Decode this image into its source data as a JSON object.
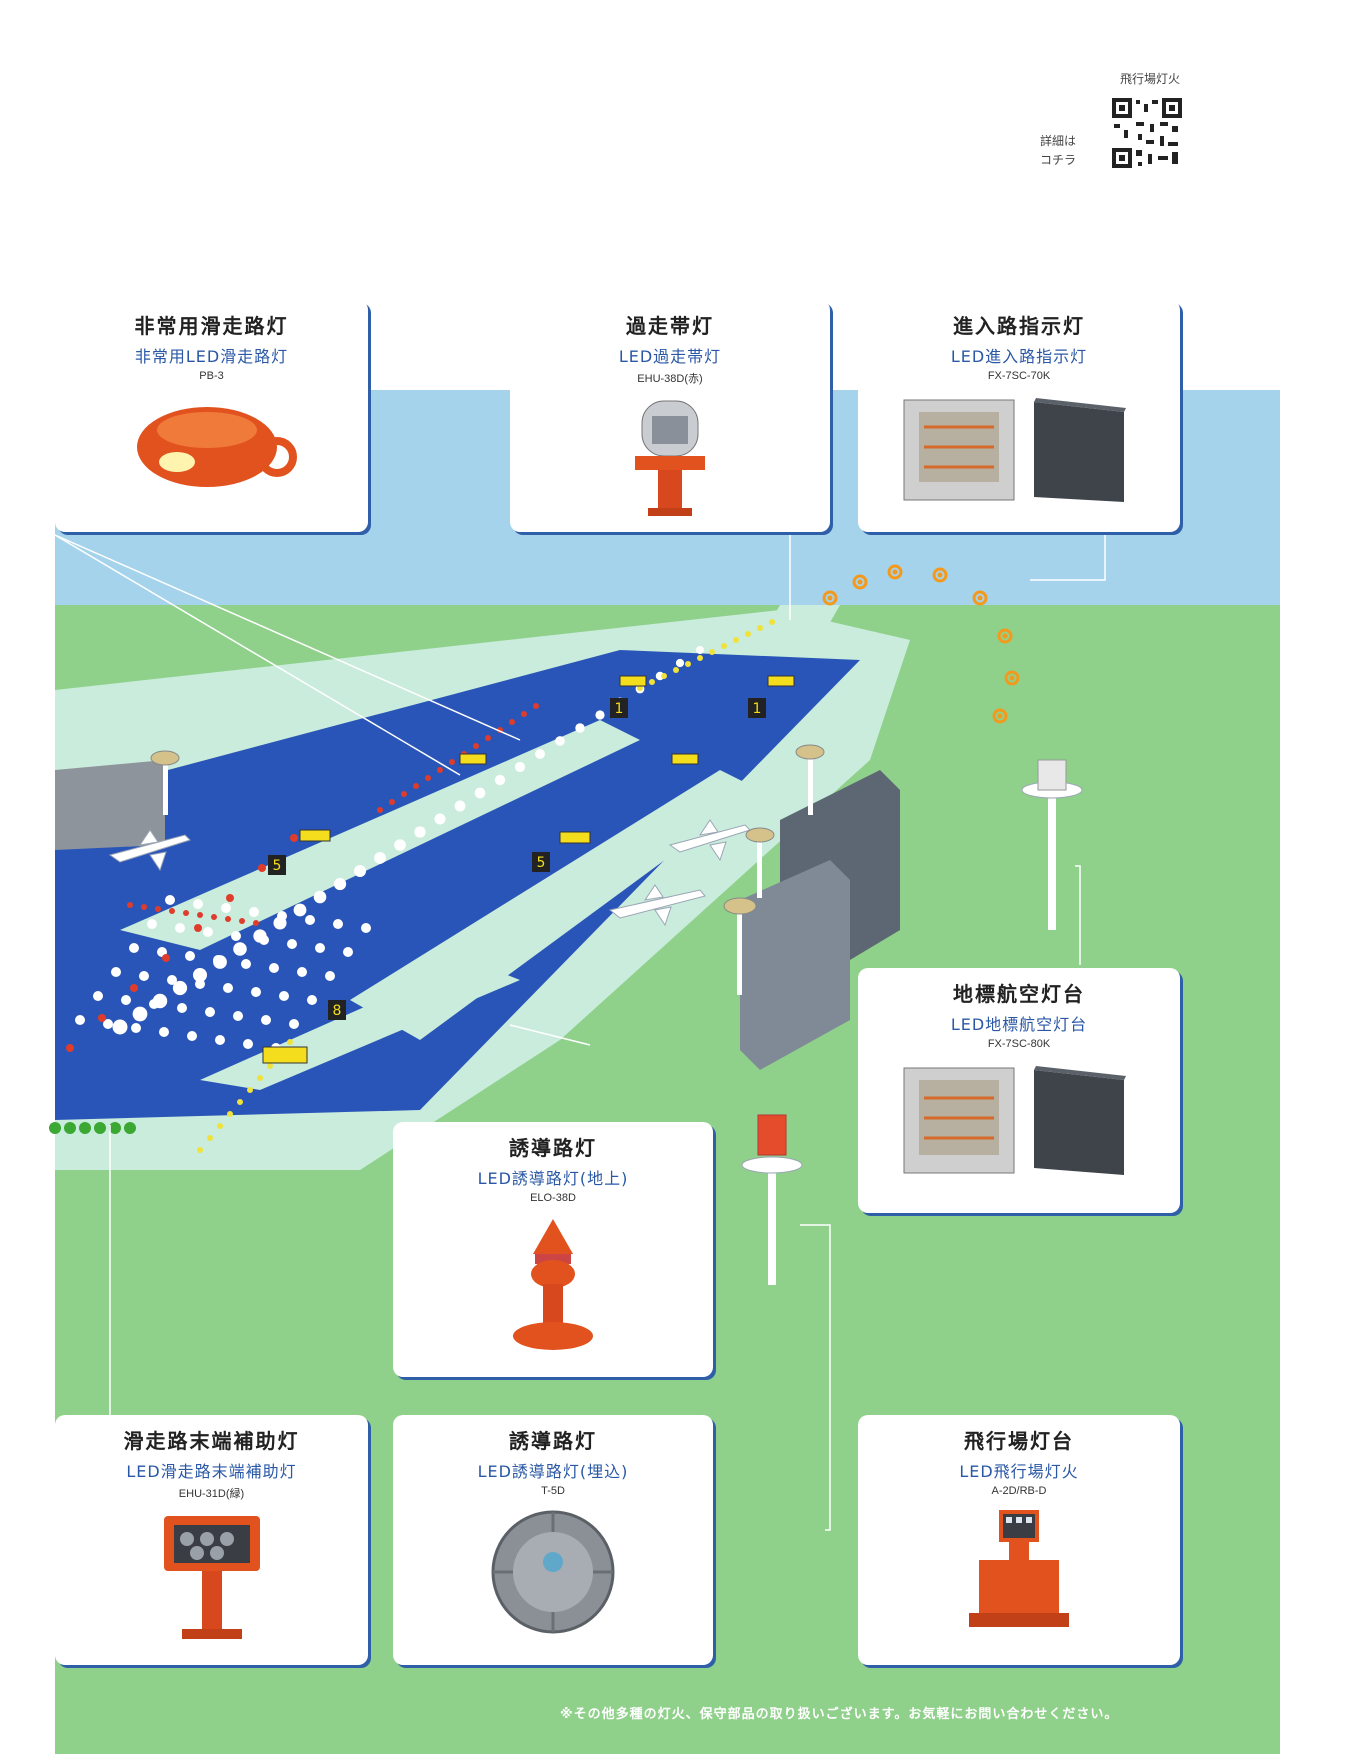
{
  "qr": {
    "label": "飛行場灯火",
    "text_line1": "詳細は",
    "text_line2": "コチラ"
  },
  "cards": [
    {
      "id": "emergency-runway",
      "title": "非常用滑走路灯",
      "subtitle": "非常用LED滑走路灯",
      "model": "PB-3"
    },
    {
      "id": "overrun",
      "title": "過走帯灯",
      "subtitle": "LED過走帯灯",
      "model": "EHU-38D(赤)"
    },
    {
      "id": "approach-indicator",
      "title": "進入路指示灯",
      "subtitle": "LED進入路指示灯",
      "model": "FX-7SC-70K"
    },
    {
      "id": "landmark-beacon",
      "title": "地標航空灯台",
      "subtitle": "LED地標航空灯台",
      "model": "FX-7SC-80K"
    },
    {
      "id": "taxiway-elevated",
      "title": "誘導路灯",
      "subtitle": "LED誘導路灯(地上)",
      "model": "ELO-38D"
    },
    {
      "id": "runway-end",
      "title": "滑走路末端補助灯",
      "subtitle": "LED滑走路末端補助灯",
      "model": "EHU-31D(緑)"
    },
    {
      "id": "taxiway-inset",
      "title": "誘導路灯",
      "subtitle": "LED誘導路灯(埋込)",
      "model": "T-5D"
    },
    {
      "id": "aerodrome-beacon",
      "title": "飛行場灯台",
      "subtitle": "LED飛行場灯火",
      "model": "A-2D/RB-D"
    }
  ],
  "signs": [
    "1",
    "1",
    "5",
    "5",
    "8"
  ],
  "colors": {
    "sea": "#a5d3ec",
    "land": "#8fd18a",
    "apron": "#c9ecdc",
    "runway": "#2a55b8",
    "card_shadow": "#2f5fa8",
    "light_red": "#e03c2b",
    "light_yellow": "#f0e23a",
    "light_green": "#3aa832"
  },
  "footnote": "※その他多種の灯火、保守部品の取り扱いございます。お気軽にお問い合わせください。"
}
